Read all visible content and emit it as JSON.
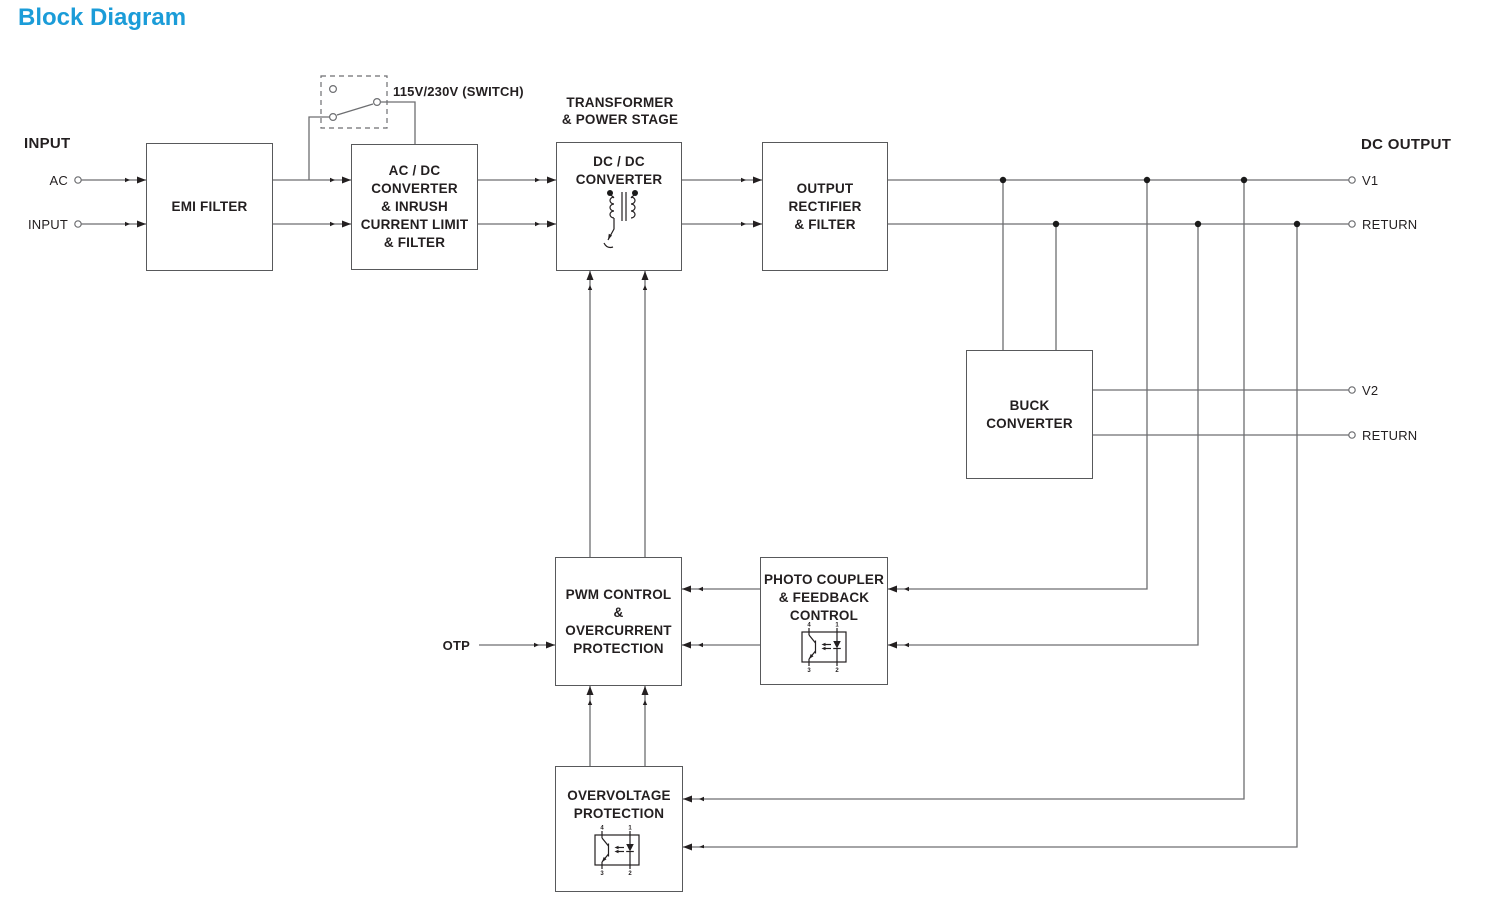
{
  "title": "Block Diagram",
  "colors": {
    "accent": "#1b9cd8",
    "wire": "#6d6e71",
    "text": "#231f20"
  },
  "input_section": {
    "heading": "INPUT",
    "terminal_ac": "AC",
    "terminal_input": "INPUT"
  },
  "output_section": {
    "heading": "DC OUTPUT",
    "terminal_v1": "V1",
    "terminal_return1": "RETURN",
    "terminal_v2": "V2",
    "terminal_return2": "RETURN"
  },
  "labels": {
    "switch": "115V/230V (SWITCH)",
    "otp": "OTP",
    "stage_line1": "TRANSFORMER",
    "stage_line2": "& POWER STAGE"
  },
  "blocks": {
    "emi": {
      "lines": [
        "EMI FILTER"
      ]
    },
    "acdc": {
      "lines": [
        "AC / DC",
        "CONVERTER",
        "& INRUSH",
        "CURRENT LIMIT",
        "& FILTER"
      ]
    },
    "dcdc": {
      "lines": [
        "DC / DC",
        "CONVERTER"
      ]
    },
    "output_rectifier": {
      "lines": [
        "OUTPUT",
        "RECTIFIER",
        "& FILTER"
      ]
    },
    "buck": {
      "lines": [
        "BUCK",
        "CONVERTER"
      ]
    },
    "pwm": {
      "lines": [
        "PWM CONTROL",
        "&",
        "OVERCURRENT",
        "PROTECTION"
      ]
    },
    "photo_coupler": {
      "lines": [
        "PHOTO COUPLER",
        "& FEEDBACK",
        "CONTROL"
      ]
    },
    "ovp": {
      "lines": [
        "OVERVOLTAGE",
        "PROTECTION"
      ]
    }
  },
  "opto_pins": [
    "4",
    "1",
    "3",
    "2"
  ]
}
